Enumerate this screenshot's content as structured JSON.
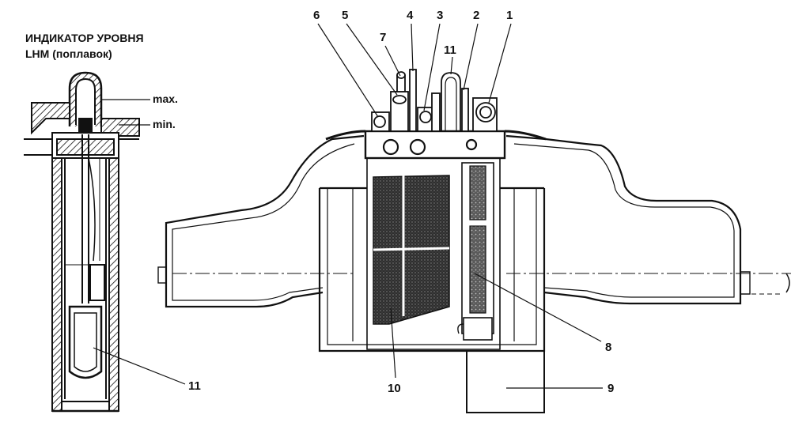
{
  "title": {
    "line1": "ИНДИКАТОР УРОВНЯ",
    "line2": "LHM (поплавок)"
  },
  "float_labels": {
    "max": "max.",
    "min": "min.",
    "float": "11"
  },
  "callouts": [
    "1",
    "2",
    "3",
    "4",
    "5",
    "6",
    "7",
    "8",
    "9",
    "10",
    "11"
  ],
  "colors": {
    "line": "#111111",
    "filter": "#3a3a3a",
    "background": "#ffffff"
  }
}
